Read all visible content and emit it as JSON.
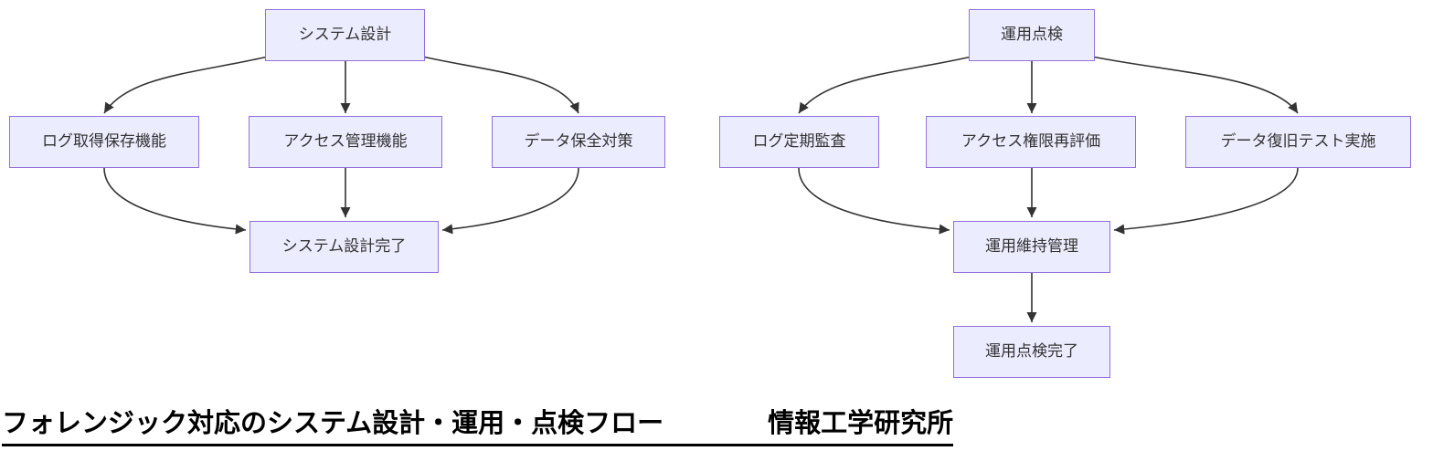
{
  "diagram": {
    "colors": {
      "node_fill": "#ECECFF",
      "node_border": "#9370DB",
      "edge": "#333333",
      "node_text": "#333333",
      "caption_text": "#000000"
    },
    "nodes": {
      "sys_design": "システム設計",
      "log_capture": "ログ取得保存機能",
      "access_mgmt": "アクセス管理機能",
      "data_preserve": "データ保全対策",
      "sys_design_done": "システム設計完了",
      "ops_check": "運用点検",
      "log_audit": "ログ定期監査",
      "access_review": "アクセス権限再評価",
      "recovery_test": "データ復旧テスト実施",
      "ops_maintain": "運用維持管理",
      "ops_check_done": "運用点検完了"
    },
    "edges": [
      {
        "from": "システム設計",
        "to": "ログ取得保存機能"
      },
      {
        "from": "システム設計",
        "to": "アクセス管理機能"
      },
      {
        "from": "システム設計",
        "to": "データ保全対策"
      },
      {
        "from": "ログ取得保存機能",
        "to": "システム設計完了"
      },
      {
        "from": "アクセス管理機能",
        "to": "システム設計完了"
      },
      {
        "from": "データ保全対策",
        "to": "システム設計完了"
      },
      {
        "from": "運用点検",
        "to": "ログ定期監査"
      },
      {
        "from": "運用点検",
        "to": "アクセス権限再評価"
      },
      {
        "from": "運用点検",
        "to": "データ復旧テスト実施"
      },
      {
        "from": "ログ定期監査",
        "to": "運用維持管理"
      },
      {
        "from": "アクセス権限再評価",
        "to": "運用維持管理"
      },
      {
        "from": "データ復旧テスト実施",
        "to": "運用維持管理"
      },
      {
        "from": "運用維持管理",
        "to": "運用点検完了"
      }
    ]
  },
  "caption": {
    "title": "フォレンジック対応のシステム設計・運用・点検フロー",
    "org": "情報工学研究所"
  }
}
